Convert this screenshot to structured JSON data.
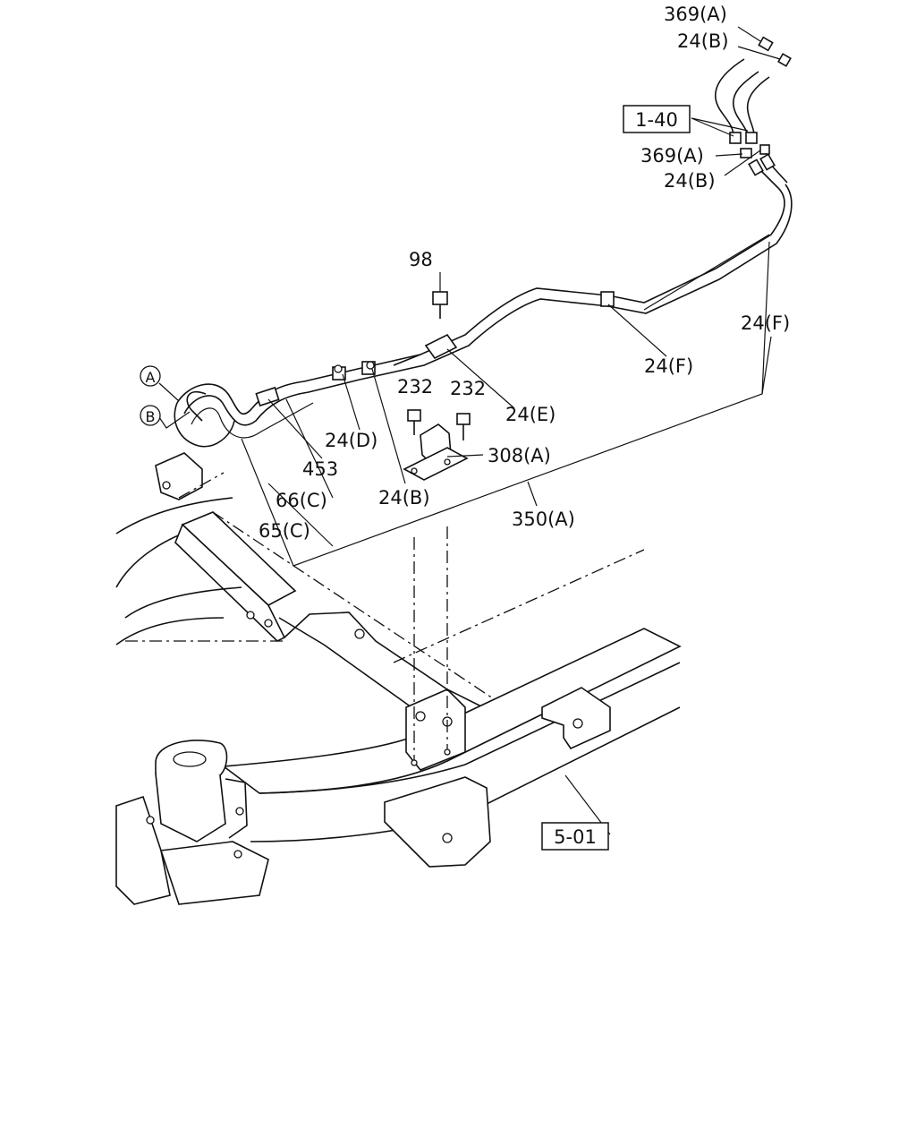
{
  "callouts": {
    "c369a_top": "369(A)",
    "c24b_top": "24(B)",
    "c140": "1-40",
    "c369a_mid": "369(A)",
    "c24b_mid": "24(B)",
    "c24f_right": "24(F)",
    "c98": "98",
    "c24f_mid": "24(F)",
    "c232_left": "232",
    "c232_right": "232",
    "c24e": "24(E)",
    "c308a": "308(A)",
    "c24d": "24(D)",
    "c453": "453",
    "c66c": "66(C)",
    "c24b_low": "24(B)",
    "c65c": "65(C)",
    "c350a": "350(A)",
    "c501": "5-01"
  },
  "markers": {
    "a": "A",
    "b": "B"
  }
}
